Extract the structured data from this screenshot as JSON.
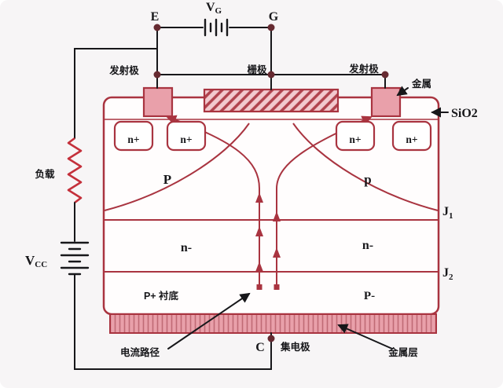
{
  "colors": {
    "outline_red": "#a93440",
    "fill_pink": "#e9a0aa",
    "hatch_pink_bg": "#f2c9ce",
    "wire_black": "#17171a",
    "dot_maroon": "#662a31",
    "resistor_red": "#c4303b",
    "background": "#f7f5f6"
  },
  "top_circuit": {
    "e": "E",
    "vg_main": "V",
    "vg_sub": "G",
    "g": "G"
  },
  "left_circuit": {
    "load": "负载",
    "vcc_main": "V",
    "vcc_sub": "CC"
  },
  "electrodes": {
    "emitter_left": "发射极",
    "gate": "栅极",
    "emitter_right": "发射极",
    "metal": "金属",
    "sio2": "SiO2"
  },
  "regions": {
    "n_plus_1": "n+",
    "n_plus_2": "n+",
    "n_plus_3": "n+",
    "n_plus_4": "n+",
    "p_left": "P",
    "p_right": "p",
    "n_minus_left": "n-",
    "n_minus_right": "n-",
    "substrate": "P+ 衬底",
    "p_minus": "P-"
  },
  "junctions": {
    "j1_main": "J",
    "j1_sub": "1",
    "j2_main": "J",
    "j2_sub": "2"
  },
  "bottom": {
    "current_path": "电流路径",
    "c": "C",
    "collector": "集电极",
    "metal_layer": "金属层"
  }
}
